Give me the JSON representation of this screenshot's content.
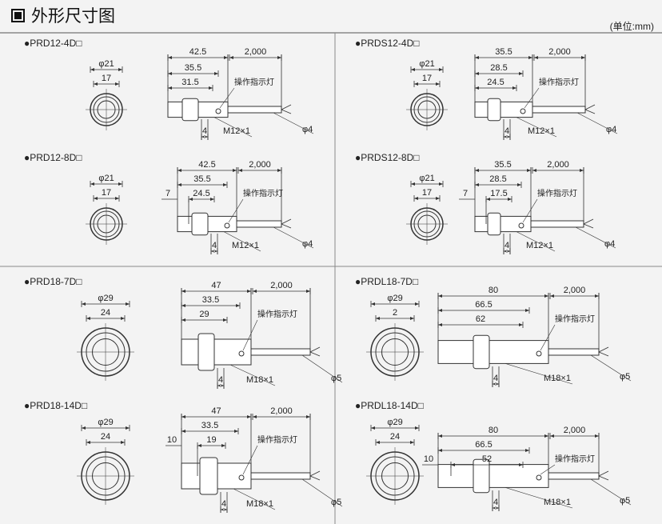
{
  "header": {
    "title": "外形尺寸图",
    "unit": "(单位:mm)"
  },
  "indicator_label": "操作指示灯",
  "panels": [
    {
      "title": "●PRD12-4D□",
      "face": [
        "φ21",
        "17"
      ],
      "dims": [
        "42.5",
        "35.5",
        "31.5"
      ],
      "prefix": "",
      "cable_len": "2,000",
      "thread": "M12×1",
      "nut": "4",
      "cable": "φ4"
    },
    {
      "title": "●PRDS12-4D□",
      "face": [
        "φ21",
        "17"
      ],
      "dims": [
        "35.5",
        "28.5",
        "24.5"
      ],
      "prefix": "",
      "cable_len": "2,000",
      "thread": "M12×1",
      "nut": "4",
      "cable": "φ4"
    },
    {
      "title": "●PRD12-8D□",
      "face": [
        "φ21",
        "17"
      ],
      "dims": [
        "42.5",
        "35.5",
        "24.5"
      ],
      "prefix": "7",
      "cable_len": "2,000",
      "thread": "M12×1",
      "nut": "4",
      "cable": "φ4"
    },
    {
      "title": "●PRDS12-8D□",
      "face": [
        "φ21",
        "17"
      ],
      "dims": [
        "35.5",
        "28.5",
        "17.5"
      ],
      "prefix": "7",
      "cable_len": "2,000",
      "thread": "M12×1",
      "nut": "4",
      "cable": "φ4"
    },
    {
      "title": "●PRD18-7D□",
      "face": [
        "φ29",
        "24"
      ],
      "dims": [
        "47",
        "33.5",
        "29"
      ],
      "prefix": "",
      "cable_len": "2,000",
      "thread": "M18×1",
      "nut": "4",
      "cable": "φ5"
    },
    {
      "title": "●PRDL18-7D□",
      "face": [
        "φ29",
        "2"
      ],
      "dims": [
        "80",
        "66.5",
        "62"
      ],
      "prefix": "",
      "cable_len": "2,000",
      "thread": "M18×1",
      "nut": "4",
      "cable": "φ5"
    },
    {
      "title": "●PRD18-14D□",
      "face": [
        "φ29",
        "24"
      ],
      "dims": [
        "47",
        "33.5",
        "19"
      ],
      "prefix": "10",
      "cable_len": "2,000",
      "thread": "M18×1",
      "nut": "4",
      "cable": "φ5"
    },
    {
      "title": "●PRDL18-14D□",
      "face": [
        "φ29",
        "24"
      ],
      "dims": [
        "80",
        "66.5",
        "52"
      ],
      "prefix": "10",
      "cable_len": "2,000",
      "thread": "M18×1",
      "nut": "4",
      "cable": "φ5"
    }
  ]
}
